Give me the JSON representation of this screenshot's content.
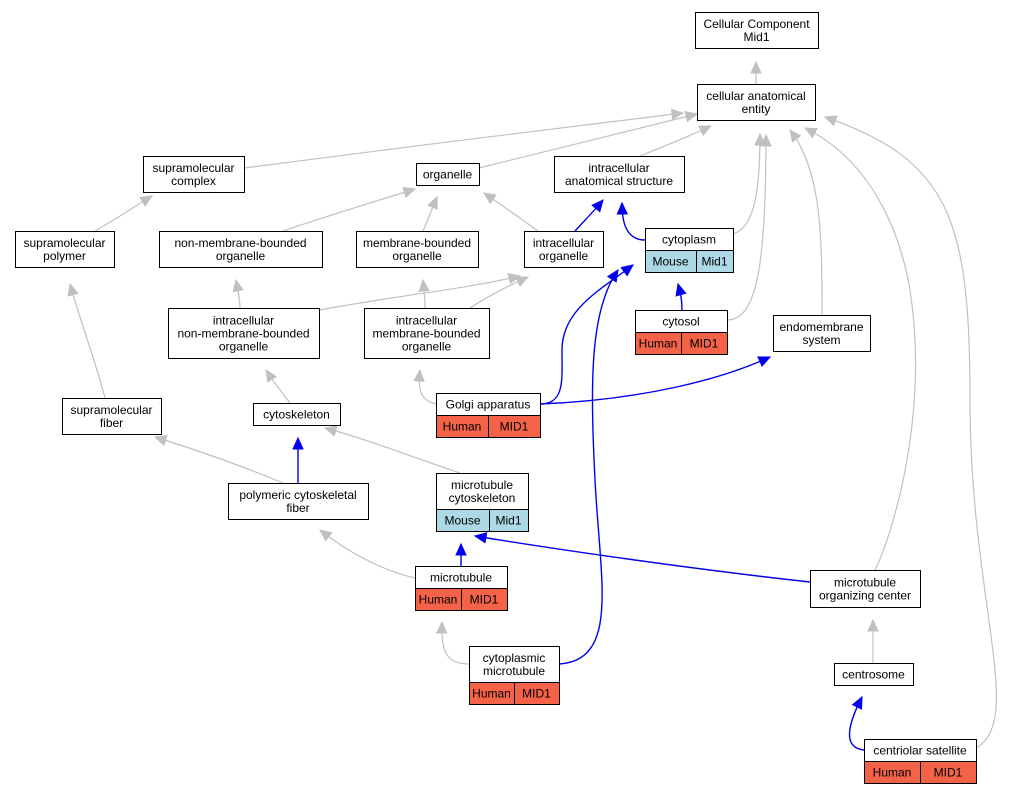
{
  "colors": {
    "human": "#f46247",
    "mouse": "#add8e6",
    "is_a_edge": "#c0c0c0",
    "part_of_edge": "#0000ee"
  },
  "nodes": [
    {
      "id": "cc_mid1",
      "lines": [
        "Cellular Component",
        "Mid1"
      ]
    },
    {
      "id": "cellular_anatomical_entity",
      "lines": [
        "cellular anatomical",
        "entity"
      ]
    },
    {
      "id": "supramolecular_complex",
      "lines": [
        "supramolecular",
        "complex"
      ]
    },
    {
      "id": "organelle",
      "lines": [
        "organelle"
      ]
    },
    {
      "id": "intracellular_anatomical_structure",
      "lines": [
        "intracellular",
        "anatomical structure"
      ]
    },
    {
      "id": "supramolecular_polymer",
      "lines": [
        "supramolecular",
        "polymer"
      ]
    },
    {
      "id": "non_membrane_bounded_organelle",
      "lines": [
        "non-membrane-bounded",
        "organelle"
      ]
    },
    {
      "id": "membrane_bounded_organelle",
      "lines": [
        "membrane-bounded",
        "organelle"
      ]
    },
    {
      "id": "intracellular_organelle",
      "lines": [
        "intracellular",
        "organelle"
      ]
    },
    {
      "id": "cytoplasm",
      "lines": [
        "cytoplasm"
      ],
      "annotations": [
        {
          "species": "Mouse",
          "gene": "Mid1"
        }
      ]
    },
    {
      "id": "intracellular_non_membrane_bounded_organelle",
      "lines": [
        "intracellular",
        "non-membrane-bounded",
        "organelle"
      ]
    },
    {
      "id": "intracellular_membrane_bounded_organelle",
      "lines": [
        "intracellular",
        "membrane-bounded",
        "organelle"
      ]
    },
    {
      "id": "cytosol",
      "lines": [
        "cytosol"
      ],
      "annotations": [
        {
          "species": "Human",
          "gene": "MID1"
        }
      ]
    },
    {
      "id": "endomembrane_system",
      "lines": [
        "endomembrane",
        "system"
      ]
    },
    {
      "id": "supramolecular_fiber",
      "lines": [
        "supramolecular",
        "fiber"
      ]
    },
    {
      "id": "cytoskeleton",
      "lines": [
        "cytoskeleton"
      ]
    },
    {
      "id": "golgi_apparatus",
      "lines": [
        "Golgi apparatus"
      ],
      "annotations": [
        {
          "species": "Human",
          "gene": "MID1"
        }
      ]
    },
    {
      "id": "polymeric_cytoskeletal_fiber",
      "lines": [
        "polymeric cytoskeletal",
        "fiber"
      ]
    },
    {
      "id": "microtubule_cytoskeleton",
      "lines": [
        "microtubule",
        "cytoskeleton"
      ],
      "annotations": [
        {
          "species": "Mouse",
          "gene": "Mid1"
        }
      ]
    },
    {
      "id": "microtubule",
      "lines": [
        "microtubule"
      ],
      "annotations": [
        {
          "species": "Human",
          "gene": "MID1"
        }
      ]
    },
    {
      "id": "microtubule_organizing_center",
      "lines": [
        "microtubule",
        "organizing center"
      ]
    },
    {
      "id": "cytoplasmic_microtubule",
      "lines": [
        "cytoplasmic",
        "microtubule"
      ],
      "annotations": [
        {
          "species": "Human",
          "gene": "MID1"
        }
      ]
    },
    {
      "id": "centrosome",
      "lines": [
        "centrosome"
      ]
    },
    {
      "id": "centriolar_satellite",
      "lines": [
        "centriolar satellite"
      ],
      "annotations": [
        {
          "species": "Human",
          "gene": "MID1"
        }
      ]
    }
  ],
  "edges": [
    {
      "from": "cellular_anatomical_entity",
      "to": "cc_mid1",
      "type": "is_a"
    },
    {
      "from": "supramolecular_complex",
      "to": "cellular_anatomical_entity",
      "type": "is_a"
    },
    {
      "from": "organelle",
      "to": "cellular_anatomical_entity",
      "type": "is_a"
    },
    {
      "from": "intracellular_anatomical_structure",
      "to": "cellular_anatomical_entity",
      "type": "is_a"
    },
    {
      "from": "cytoplasm",
      "to": "cellular_anatomical_entity",
      "type": "is_a"
    },
    {
      "from": "cytosol",
      "to": "cellular_anatomical_entity",
      "type": "is_a"
    },
    {
      "from": "endomembrane_system",
      "to": "cellular_anatomical_entity",
      "type": "is_a"
    },
    {
      "from": "microtubule_organizing_center",
      "to": "cellular_anatomical_entity",
      "type": "is_a"
    },
    {
      "from": "centriolar_satellite",
      "to": "cellular_anatomical_entity",
      "type": "is_a"
    },
    {
      "from": "supramolecular_polymer",
      "to": "supramolecular_complex",
      "type": "is_a"
    },
    {
      "from": "non_membrane_bounded_organelle",
      "to": "organelle",
      "type": "is_a"
    },
    {
      "from": "membrane_bounded_organelle",
      "to": "organelle",
      "type": "is_a"
    },
    {
      "from": "intracellular_organelle",
      "to": "organelle",
      "type": "is_a"
    },
    {
      "from": "intracellular_organelle",
      "to": "intracellular_anatomical_structure",
      "type": "part_of"
    },
    {
      "from": "cytoplasm",
      "to": "intracellular_anatomical_structure",
      "type": "part_of"
    },
    {
      "from": "intracellular_non_membrane_bounded_organelle",
      "to": "non_membrane_bounded_organelle",
      "type": "is_a"
    },
    {
      "from": "intracellular_non_membrane_bounded_organelle",
      "to": "intracellular_organelle",
      "type": "is_a"
    },
    {
      "from": "intracellular_membrane_bounded_organelle",
      "to": "membrane_bounded_organelle",
      "type": "is_a"
    },
    {
      "from": "intracellular_membrane_bounded_organelle",
      "to": "intracellular_organelle",
      "type": "is_a"
    },
    {
      "from": "cytosol",
      "to": "cytoplasm",
      "type": "part_of"
    },
    {
      "from": "golgi_apparatus",
      "to": "cytoplasm",
      "type": "part_of"
    },
    {
      "from": "cytoplasmic_microtubule",
      "to": "cytoplasm",
      "type": "part_of"
    },
    {
      "from": "golgi_apparatus",
      "to": "intracellular_membrane_bounded_organelle",
      "type": "is_a"
    },
    {
      "from": "golgi_apparatus",
      "to": "endomembrane_system",
      "type": "part_of"
    },
    {
      "from": "supramolecular_fiber",
      "to": "supramolecular_polymer",
      "type": "is_a"
    },
    {
      "from": "cytoskeleton",
      "to": "intracellular_non_membrane_bounded_organelle",
      "type": "is_a"
    },
    {
      "from": "polymeric_cytoskeletal_fiber",
      "to": "supramolecular_fiber",
      "type": "is_a"
    },
    {
      "from": "polymeric_cytoskeletal_fiber",
      "to": "cytoskeleton",
      "type": "part_of"
    },
    {
      "from": "microtubule_cytoskeleton",
      "to": "cytoskeleton",
      "type": "is_a"
    },
    {
      "from": "microtubule",
      "to": "polymeric_cytoskeletal_fiber",
      "type": "is_a"
    },
    {
      "from": "microtubule",
      "to": "microtubule_cytoskeleton",
      "type": "part_of"
    },
    {
      "from": "microtubule_organizing_center",
      "to": "microtubule_cytoskeleton",
      "type": "part_of"
    },
    {
      "from": "cytoplasmic_microtubule",
      "to": "microtubule",
      "type": "is_a"
    },
    {
      "from": "centrosome",
      "to": "microtubule_organizing_center",
      "type": "is_a"
    },
    {
      "from": "centriolar_satellite",
      "to": "centrosome",
      "type": "part_of"
    }
  ]
}
